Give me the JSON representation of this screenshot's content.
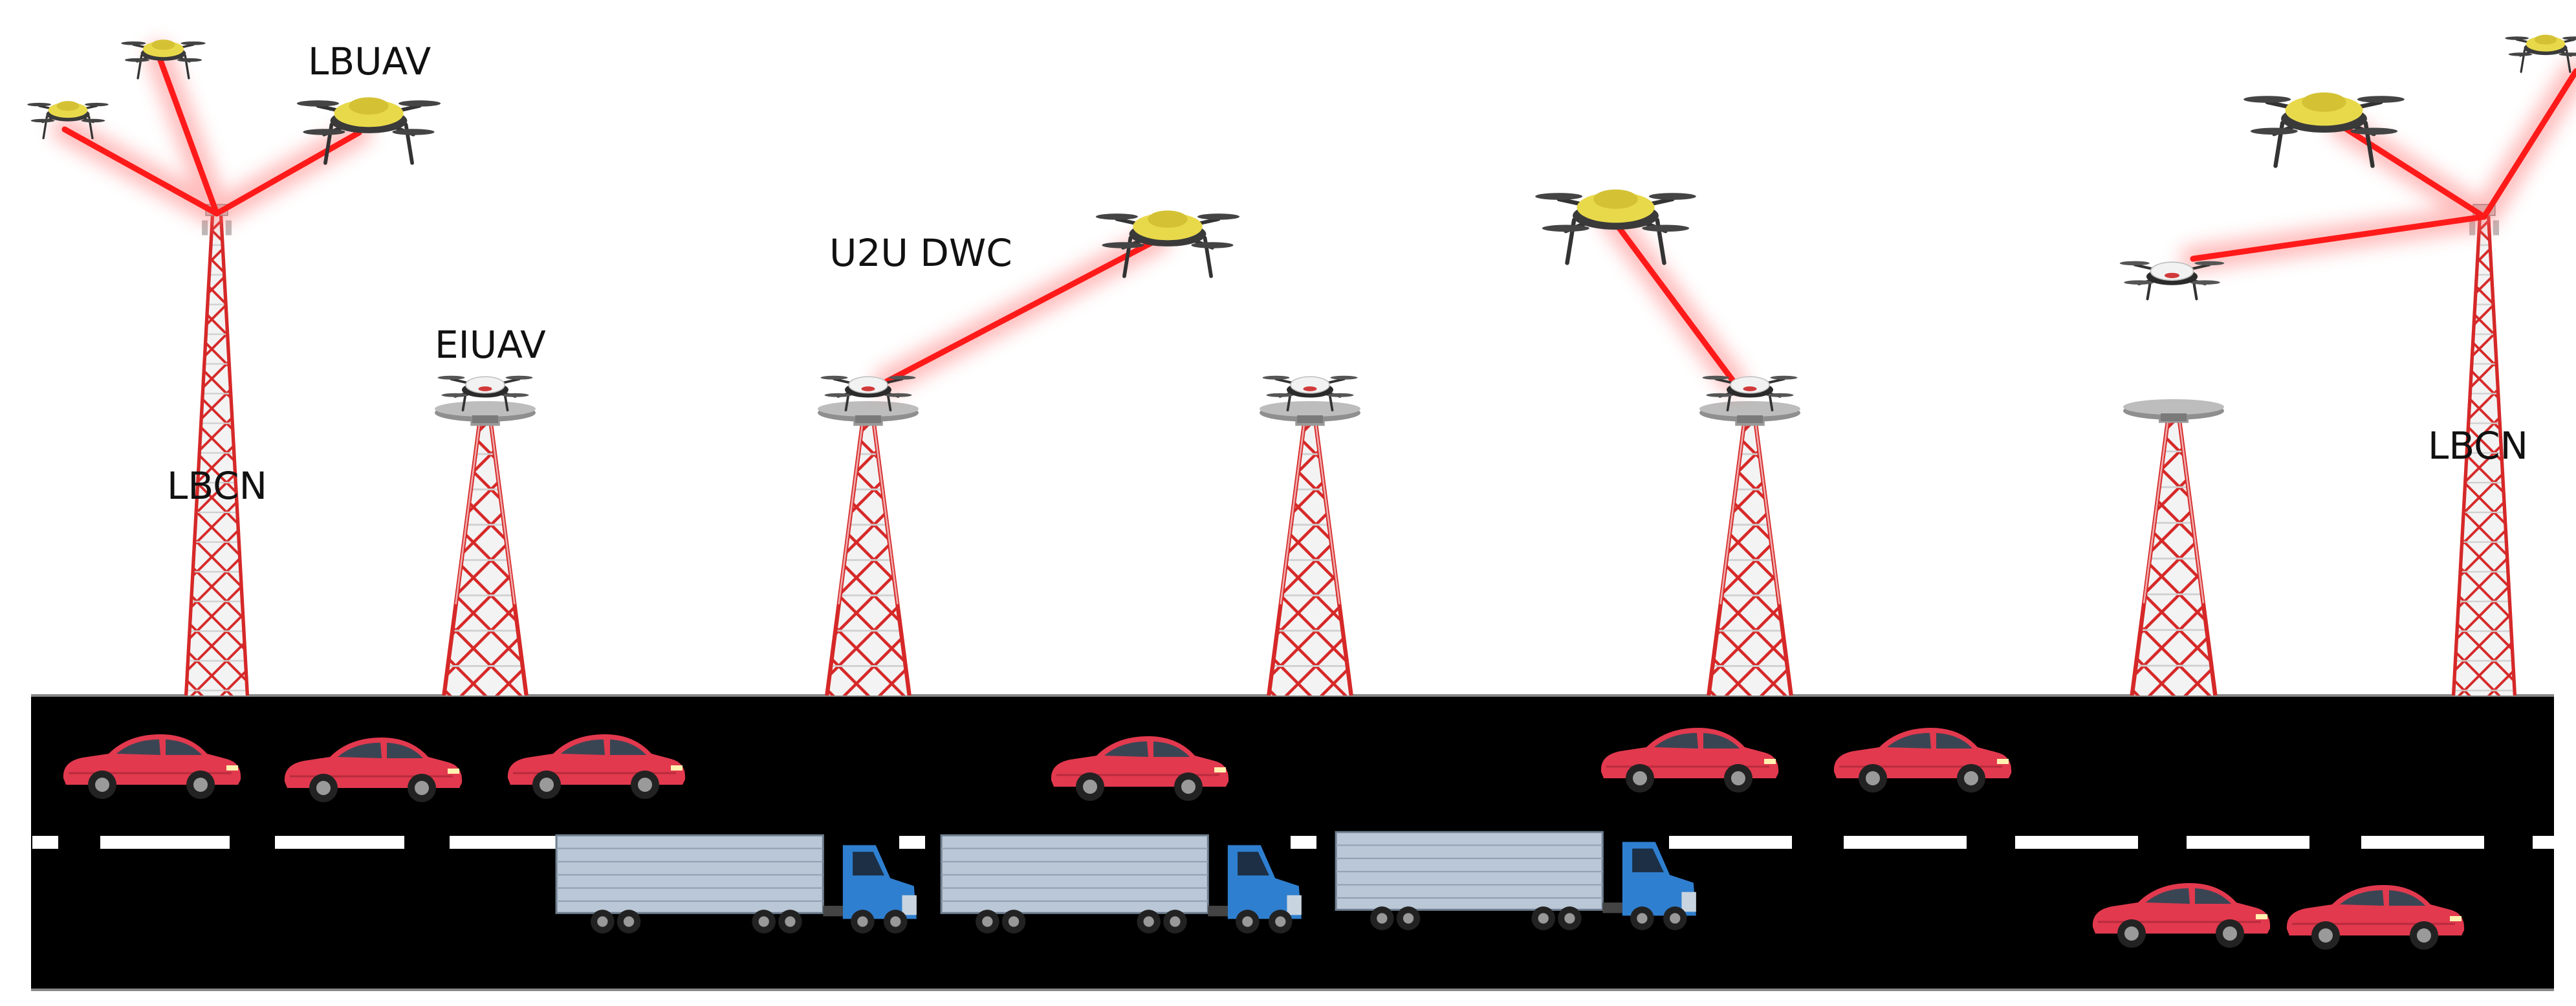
{
  "labels": {
    "lbuav": "LBUAV",
    "u2u_dwc": "U2U DWC",
    "eiuav": "EIUAV",
    "lbcn_left": "LBCN",
    "lbcn_right": "LBCN"
  },
  "colors": {
    "road": "#000000",
    "lane_marking": "#ffffff",
    "link": "#ff1a1a",
    "link_glow": "#ff6a6a",
    "tower_red": "#d62828",
    "tower_white": "#e8e8e8",
    "car_body": "#e2394e",
    "truck_cab": "#2f7fd0",
    "trailer": "#b9c7d6",
    "lbuav_body": "#e8d94a",
    "eiuav_body": "#f2f2f2",
    "platform": "#8f8f8f"
  },
  "icons": {
    "tower": "lattice-tower-icon",
    "drone": "quadcopter-drone-icon",
    "car": "car-icon",
    "truck": "truck-icon"
  }
}
